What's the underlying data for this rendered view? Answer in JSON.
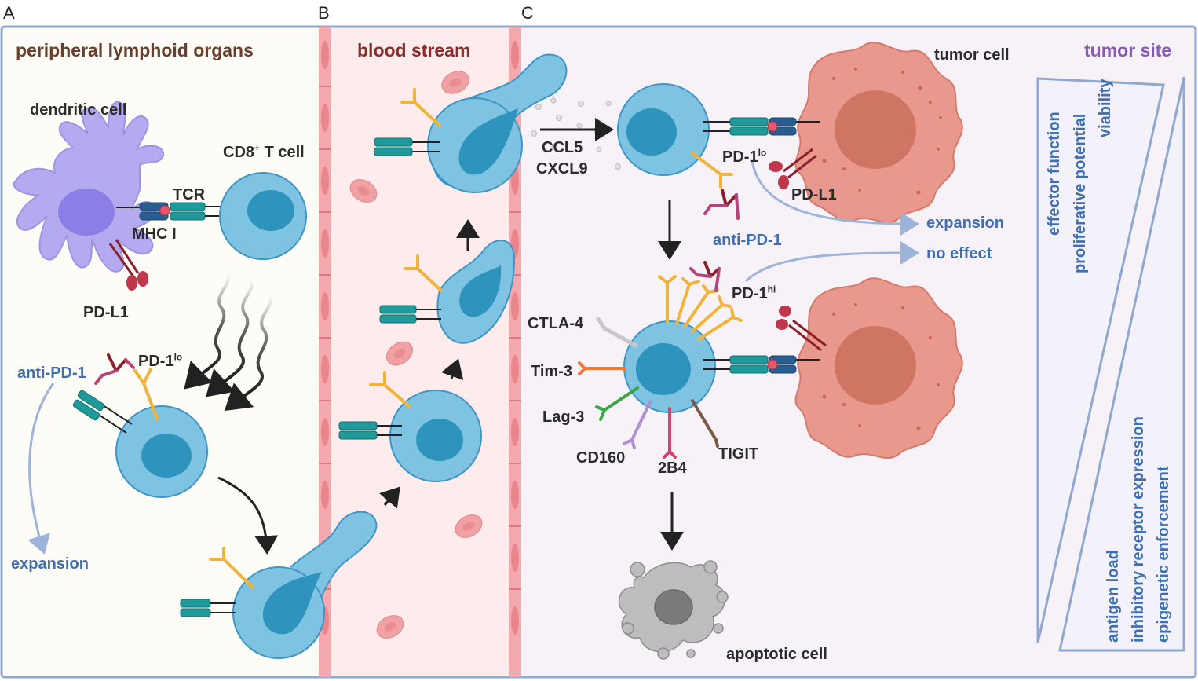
{
  "panels": {
    "a": "A",
    "b": "B",
    "c": "C"
  },
  "titles": {
    "lymphoid": "peripheral lymphoid organs",
    "blood": "blood stream",
    "tumor_site": "tumor site"
  },
  "labels": {
    "dendritic_cell": "dendritic cell",
    "cd8": "CD8",
    "cd8_sup": "+",
    "t_cell": " T cell",
    "tcr": "TCR",
    "mhc": "MHC I",
    "pdl1_a": "PD-L1",
    "anti_pd1_a": "anti-PD-1",
    "pd1lo_a": "PD-1",
    "pd1lo_a_sup": "lo",
    "expansion_a": "expansion",
    "ccl5": "CCL5",
    "cxcl9": "CXCL9",
    "tumor_cell": "tumor cell",
    "pd1lo_c": "PD-1",
    "pd1lo_c_sup": "lo",
    "pdl1_c": "PD-L1",
    "anti_pd1_c": "anti-PD-1",
    "expansion_c": "expansion",
    "no_effect": "no effect",
    "pd1hi": "PD-1",
    "pd1hi_sup": "hi",
    "ctla4": "CTLA-4",
    "tim3": "Tim-3",
    "lag3": "Lag-3",
    "cd160": "CD160",
    "b24": "2B4",
    "tigit": "TIGIT",
    "apoptotic": "apoptotic cell"
  },
  "gradient_top": [
    "effector function",
    "proliferative potential",
    "viability"
  ],
  "gradient_bottom": [
    "antigen load",
    "inhibitory receptor expression",
    "epigenetic enforcement"
  ],
  "colors": {
    "frame": "#8fa8cf",
    "panel_a_bg": "#fdfcf6",
    "panel_b_bg": "#fdeceb",
    "panel_c_bg": "#f6f2f8",
    "tcell": "#7ec4e2",
    "tcell_nucleus": "#2e93bd",
    "dendritic": "#b3aaf0",
    "tumor": "#e8988c",
    "pd1": "#f0b43a",
    "tcr": "#1f9a9a",
    "blue_text": "#3f6fb3"
  }
}
